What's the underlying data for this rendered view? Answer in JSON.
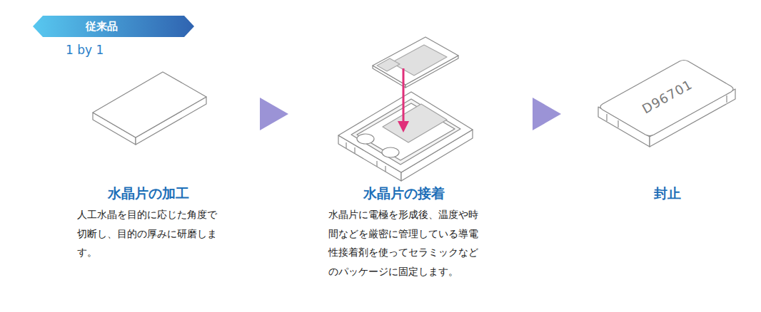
{
  "diagram": {
    "nodes": [
      {
        "text": [
          "従来品"
        ]
      },
      {
        "text": [
          "水晶片の加工",
          "人工水晶を目的に応じた角度で切断し、目的の厚みに研磨します。"
        ]
      },
      {
        "text": [
          "水晶片の接着",
          "水晶片に電極を形成後、温度や時間などを厳密に管理している導電性接着剤を使ってセラミックなどのパッケージに固定します。"
        ]
      },
      {
        "text": [
          "封止"
        ]
      }
    ],
    "edges": [
      {
        "from": 1,
        "to": 2,
        "arrow": "to"
      },
      {
        "from": 2,
        "to": 3,
        "arrow": "to"
      }
    ],
    "labels": [
      "1 by 1",
      "D96701"
    ]
  }
}
